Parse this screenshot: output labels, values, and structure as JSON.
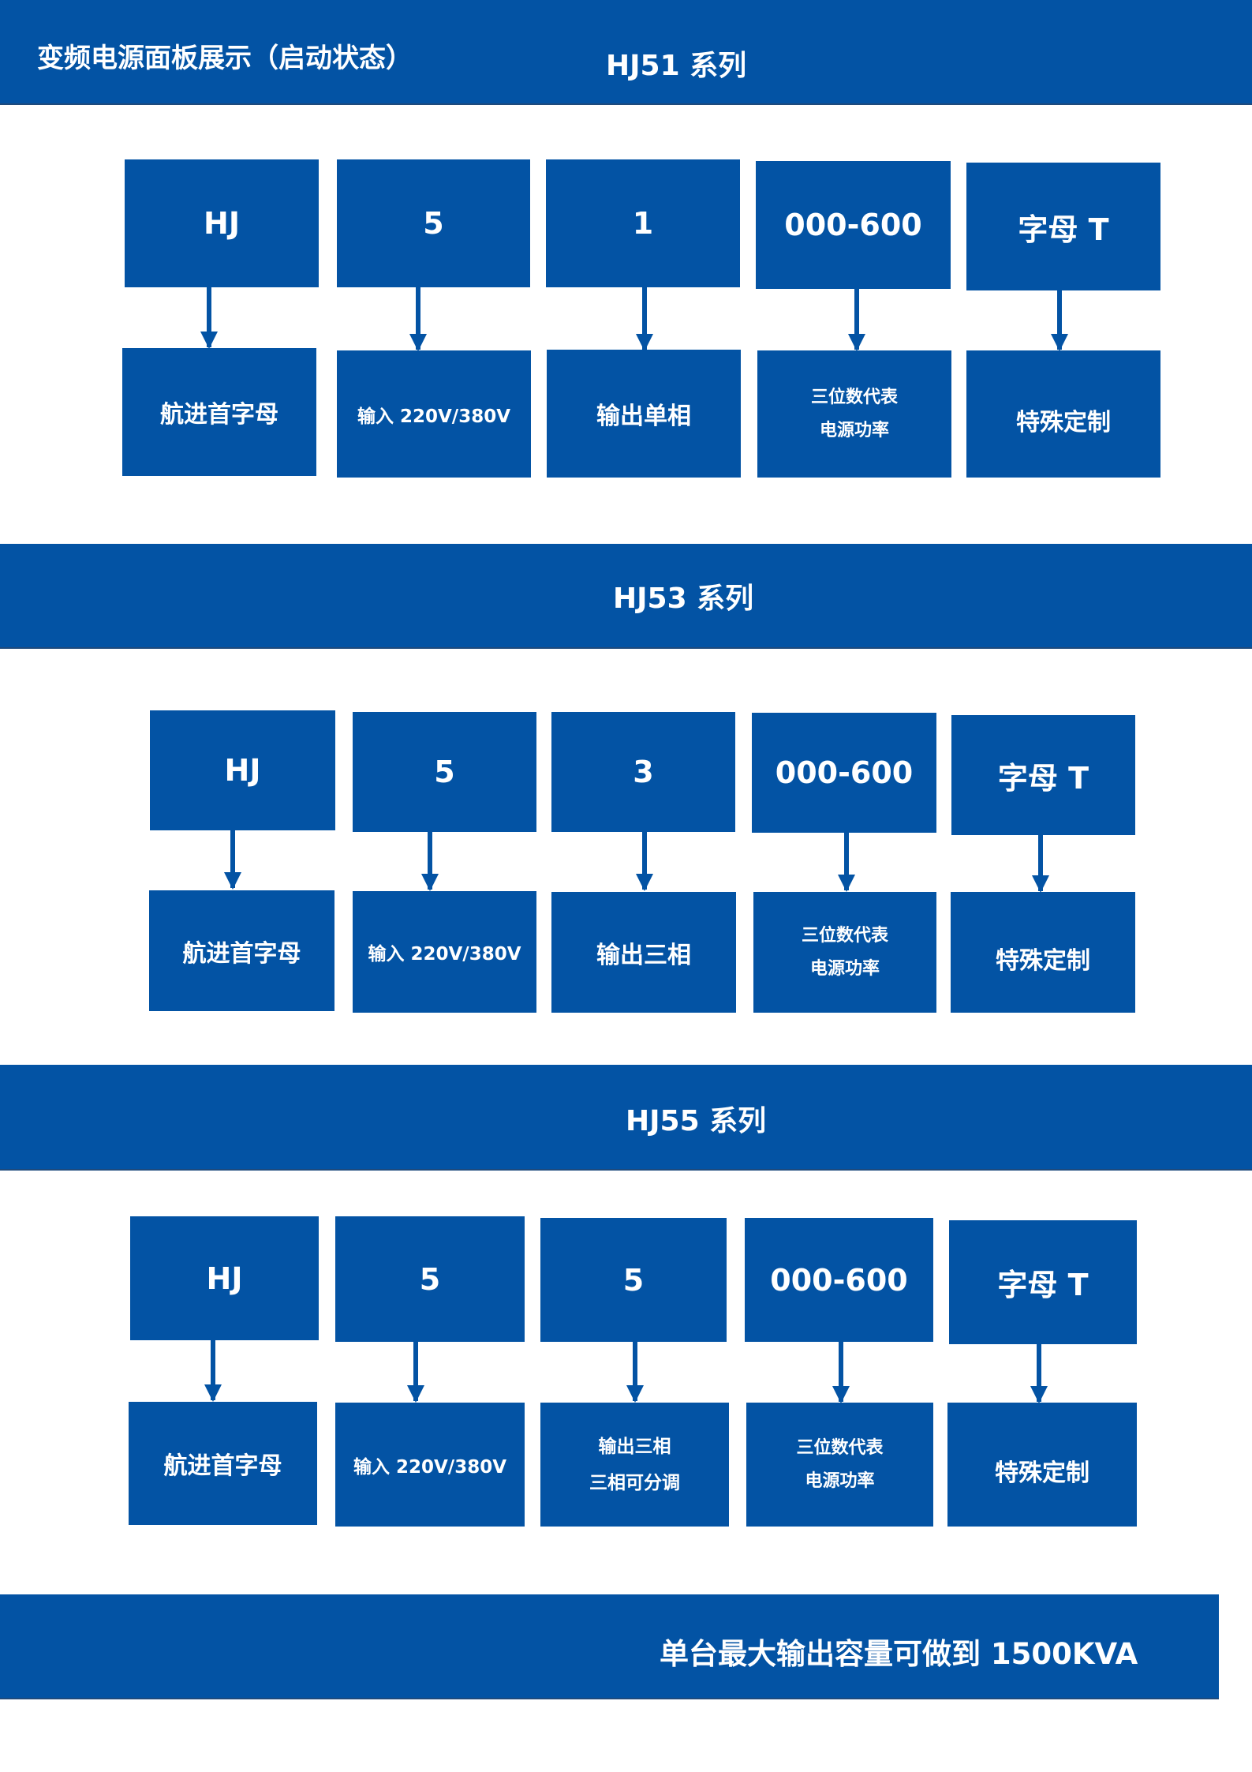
{
  "header": {
    "title": "变频电源面板展示（启动状态）",
    "series_title": "HJ51 系列"
  },
  "sections": [
    {
      "title": "HJ51 系列",
      "codes": [
        "HJ",
        "5",
        "1",
        "000-600",
        "字母 T"
      ],
      "meanings": [
        [
          "航进首字母"
        ],
        [
          "输入 220V/380V"
        ],
        [
          "输出单相"
        ],
        [
          "三位数代表",
          "电源功率"
        ],
        [
          "特殊定制"
        ]
      ]
    },
    {
      "title": "HJ53 系列",
      "codes": [
        "HJ",
        "5",
        "3",
        "000-600",
        "字母 T"
      ],
      "meanings": [
        [
          "航进首字母"
        ],
        [
          "输入 220V/380V"
        ],
        [
          "输出三相"
        ],
        [
          "三位数代表",
          "电源功率"
        ],
        [
          "特殊定制"
        ]
      ]
    },
    {
      "title": "HJ55 系列",
      "codes": [
        "HJ",
        "5",
        "5",
        "000-600",
        "字母 T"
      ],
      "meanings": [
        [
          "航进首字母"
        ],
        [
          "输入 220V/380V"
        ],
        [
          "输出三相",
          "三相可分调"
        ],
        [
          "三位数代表",
          "电源功率"
        ],
        [
          "特殊定制"
        ]
      ]
    }
  ],
  "footer": {
    "text": "单台最大输出容量可做到 1500KVA"
  },
  "colors": {
    "primary": "#0353a4",
    "background": "#ffffff",
    "text": "#ffffff"
  }
}
